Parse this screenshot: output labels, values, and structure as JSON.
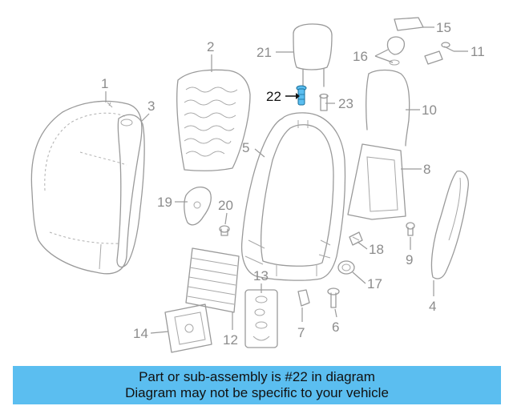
{
  "diagram": {
    "callouts": [
      {
        "id": "1",
        "label": "1"
      },
      {
        "id": "2",
        "label": "2"
      },
      {
        "id": "3",
        "label": "3"
      },
      {
        "id": "4",
        "label": "4"
      },
      {
        "id": "5",
        "label": "5"
      },
      {
        "id": "6",
        "label": "6"
      },
      {
        "id": "7",
        "label": "7"
      },
      {
        "id": "8",
        "label": "8"
      },
      {
        "id": "9",
        "label": "9"
      },
      {
        "id": "10",
        "label": "10"
      },
      {
        "id": "11",
        "label": "11"
      },
      {
        "id": "12",
        "label": "12"
      },
      {
        "id": "13",
        "label": "13"
      },
      {
        "id": "14",
        "label": "14"
      },
      {
        "id": "15",
        "label": "15"
      },
      {
        "id": "16",
        "label": "16"
      },
      {
        "id": "17",
        "label": "17"
      },
      {
        "id": "18",
        "label": "18"
      },
      {
        "id": "19",
        "label": "19"
      },
      {
        "id": "20",
        "label": "20"
      },
      {
        "id": "21",
        "label": "21"
      },
      {
        "id": "22",
        "label": "22"
      },
      {
        "id": "23",
        "label": "23"
      }
    ],
    "highlighted_part": "22",
    "highlight_color": "#5bbef0"
  },
  "banner": {
    "line1": "Part or sub-assembly is #22 in diagram",
    "line2": "Diagram may not be specific to your vehicle",
    "background": "#5bbef0"
  }
}
